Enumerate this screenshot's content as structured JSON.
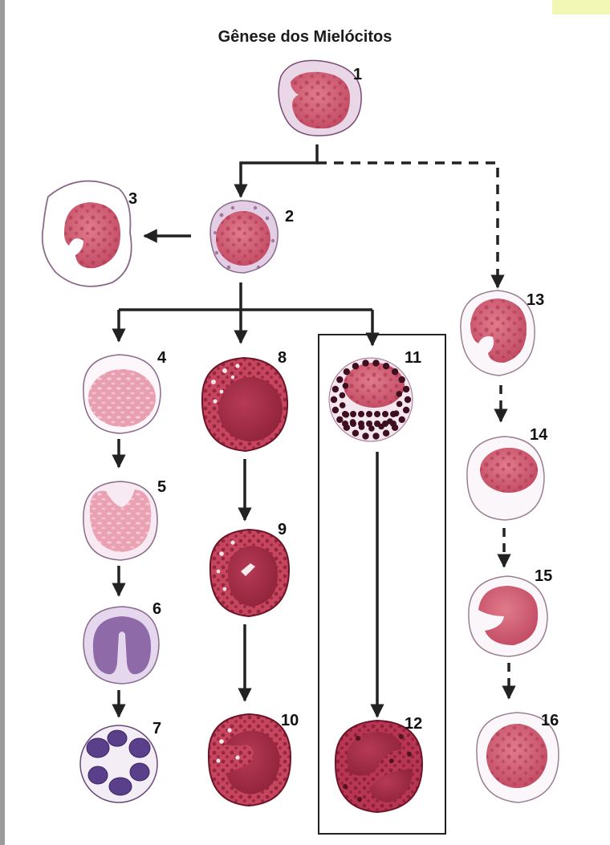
{
  "title": "Gênese dos Mielócitos",
  "cells": [
    {
      "id": "cell-1",
      "label": "1"
    },
    {
      "id": "cell-2",
      "label": "2"
    },
    {
      "id": "cell-3",
      "label": "3"
    },
    {
      "id": "cell-4",
      "label": "4"
    },
    {
      "id": "cell-5",
      "label": "5"
    },
    {
      "id": "cell-6",
      "label": "6"
    },
    {
      "id": "cell-7",
      "label": "7"
    },
    {
      "id": "cell-8",
      "label": "8"
    },
    {
      "id": "cell-9",
      "label": "9"
    },
    {
      "id": "cell-10",
      "label": "10"
    },
    {
      "id": "cell-11",
      "label": "11"
    },
    {
      "id": "cell-12",
      "label": "12"
    },
    {
      "id": "cell-13",
      "label": "13"
    },
    {
      "id": "cell-14",
      "label": "14"
    },
    {
      "id": "cell-15",
      "label": "15"
    },
    {
      "id": "cell-16",
      "label": "16"
    }
  ],
  "connections": [
    {
      "from": "1",
      "to": "2",
      "style": "solid"
    },
    {
      "from": "1",
      "to": "13",
      "style": "dashed"
    },
    {
      "from": "2",
      "to": "3",
      "style": "solid"
    },
    {
      "from": "2",
      "to": "4",
      "style": "solid"
    },
    {
      "from": "2",
      "to": "8",
      "style": "solid"
    },
    {
      "from": "2",
      "to": "11",
      "style": "solid"
    },
    {
      "from": "4",
      "to": "5",
      "style": "solid"
    },
    {
      "from": "5",
      "to": "6",
      "style": "solid"
    },
    {
      "from": "6",
      "to": "7",
      "style": "solid"
    },
    {
      "from": "8",
      "to": "9",
      "style": "solid"
    },
    {
      "from": "9",
      "to": "10",
      "style": "solid"
    },
    {
      "from": "11",
      "to": "12",
      "style": "solid"
    },
    {
      "from": "13",
      "to": "14",
      "style": "dashed"
    },
    {
      "from": "14",
      "to": "15",
      "style": "dashed"
    },
    {
      "from": "15",
      "to": "16",
      "style": "dashed"
    }
  ],
  "colors": {
    "nucleus": "#c9546b",
    "nucleus_dark": "#a52a42",
    "cytoplasm": "#f3e9f1",
    "cytoplasm_lilac": "#dcc6e3",
    "nucleus_purple": "#8e6aa8",
    "lobes_purple": "#5a3f8a",
    "granule": "#4a1626",
    "arrow": "#222222",
    "accent_corner": "#f3f7b6"
  }
}
